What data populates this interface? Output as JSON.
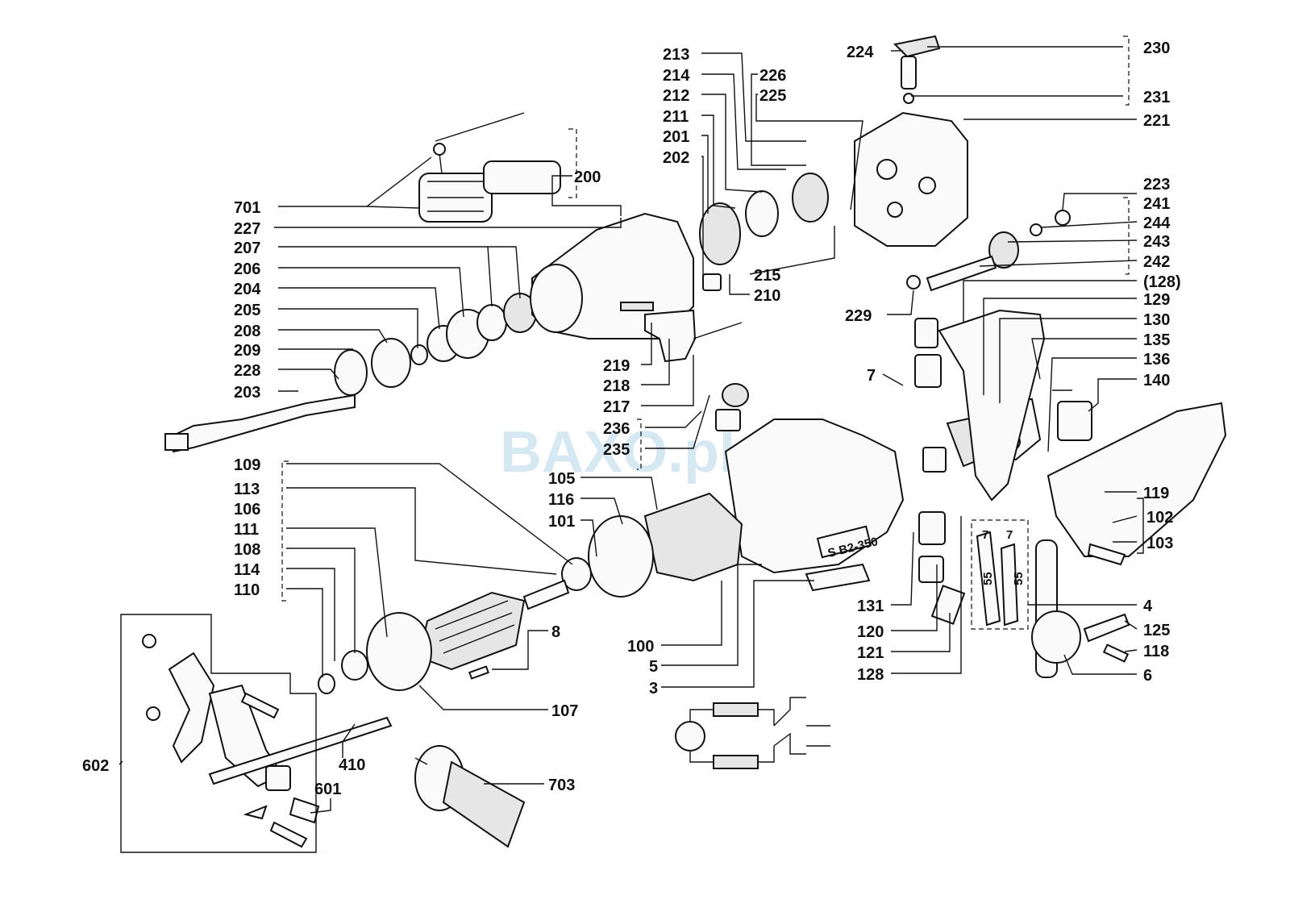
{
  "watermark": "BAXO.pl",
  "plate_label": "S B2-350",
  "dimension_labels": [
    "7",
    "7",
    "55",
    "55"
  ],
  "callouts": {
    "l701": "701",
    "l227": "227",
    "l207": "207",
    "l206": "206",
    "l204": "204",
    "l205": "205",
    "l208": "208",
    "l209": "209",
    "l228": "228",
    "l203": "203",
    "l200": "200",
    "l213": "213",
    "l214": "214",
    "l212": "212",
    "l211": "211",
    "l201": "201",
    "l202": "202",
    "l226": "226",
    "l225": "225",
    "l215": "215",
    "l210": "210",
    "l219": "219",
    "l218": "218",
    "l217": "217",
    "l236": "236",
    "l235": "235",
    "l224": "224",
    "l230": "230",
    "l231": "231",
    "l221": "221",
    "l223": "223",
    "l241": "241",
    "l244": "244",
    "l243": "243",
    "l242": "242",
    "l128p": "(128)",
    "l229": "229",
    "l129": "129",
    "l130": "130",
    "l135": "135",
    "l136": "136",
    "l140": "140",
    "l7": "7",
    "l109": "109",
    "l113": "113",
    "l106": "106",
    "l111": "111",
    "l108": "108",
    "l114": "114",
    "l110": "110",
    "l105": "105",
    "l116": "116",
    "l101": "101",
    "l8": "8",
    "l107": "107",
    "l100": "100",
    "l5": "5",
    "l3": "3",
    "l119": "119",
    "l102": "102",
    "l103": "103",
    "l131": "131",
    "l120": "120",
    "l121": "121",
    "l128": "128",
    "l4": "4",
    "l125": "125",
    "l118": "118",
    "l6": "6",
    "l602": "602",
    "l410": "410",
    "l601": "601",
    "l703": "703"
  },
  "icons": [
    "drill-chuck",
    "chuck-key",
    "gear-housing",
    "spindle",
    "gearbox-cover",
    "switch-lever",
    "motor-housing",
    "field-coil",
    "armature",
    "brush-holder",
    "carbon-brush",
    "switch",
    "handle",
    "side-handle",
    "depth-gauge",
    "drill-stand-clamp",
    "wiring-schematic"
  ]
}
